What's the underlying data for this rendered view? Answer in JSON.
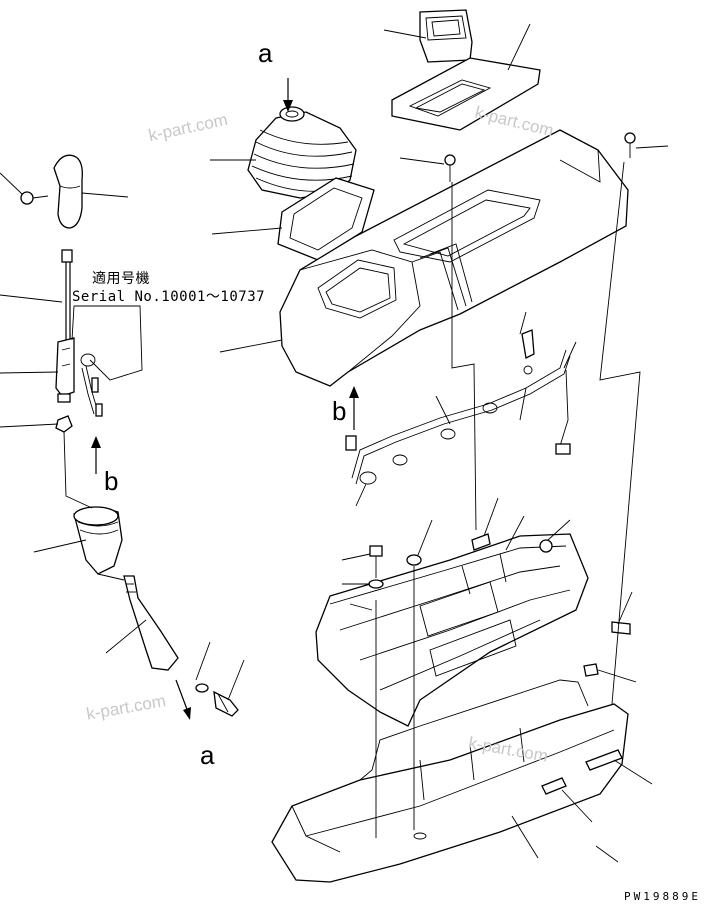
{
  "note": {
    "applicable_label": "適用号機",
    "serial_range": "Serial No.10001〜10737"
  },
  "refs": {
    "a": "a",
    "b": "b"
  },
  "watermark": "k-part.com",
  "drawing_code": "PW19889E",
  "colors": {
    "line": "#000000",
    "watermark": "#c8c8c8",
    "background": "#ffffff"
  }
}
